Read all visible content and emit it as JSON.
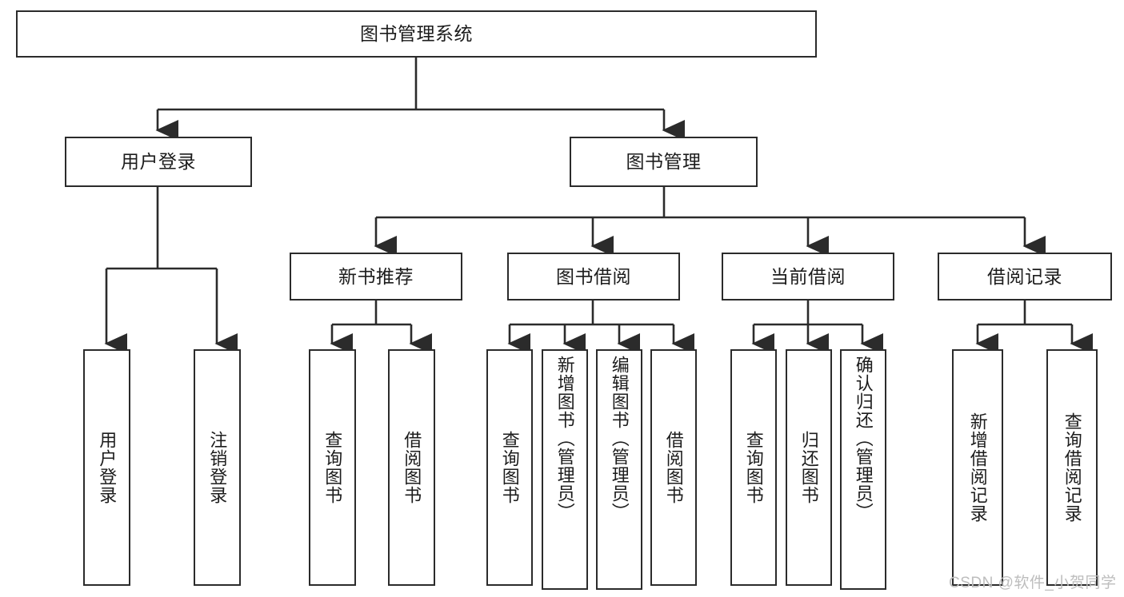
{
  "diagram": {
    "type": "tree-hierarchy",
    "orientation": "top-down",
    "root": {
      "id": "root",
      "label": "图书管理系统"
    },
    "level2": [
      {
        "id": "user-login",
        "label": "用户登录"
      },
      {
        "id": "book-management",
        "label": "图书管理"
      }
    ],
    "level3": [
      {
        "id": "new-book-recommend",
        "label": "新书推荐",
        "parent": "book-management"
      },
      {
        "id": "book-borrow",
        "label": "图书借阅",
        "parent": "book-management"
      },
      {
        "id": "current-borrow",
        "label": "当前借阅",
        "parent": "book-management"
      },
      {
        "id": "borrow-record",
        "label": "借阅记录",
        "parent": "book-management"
      }
    ],
    "leaves": {
      "user-login": [
        {
          "id": "leaf-user-login",
          "label": "用户登录"
        },
        {
          "id": "leaf-logout-login",
          "label": "注销登录"
        }
      ],
      "new-book-recommend": [
        {
          "id": "leaf-query-book-1",
          "label": "查询图书"
        },
        {
          "id": "leaf-borrow-book-1",
          "label": "借阅图书"
        }
      ],
      "book-borrow": [
        {
          "id": "leaf-query-book-2",
          "label": "查询图书"
        },
        {
          "id": "leaf-add-book",
          "label": "新增图书（管理员）"
        },
        {
          "id": "leaf-edit-book",
          "label": "编辑图书（管理员）"
        },
        {
          "id": "leaf-borrow-book-2",
          "label": "借阅图书"
        }
      ],
      "current-borrow": [
        {
          "id": "leaf-query-book-3",
          "label": "查询图书"
        },
        {
          "id": "leaf-return-book",
          "label": "归还图书"
        },
        {
          "id": "leaf-confirm-return",
          "label": "确认归还（管理员）"
        }
      ],
      "borrow-record": [
        {
          "id": "leaf-add-record",
          "label": "新增借阅记录"
        },
        {
          "id": "leaf-query-record",
          "label": "查询借阅记录"
        }
      ]
    }
  },
  "watermark": {
    "text": "CSDN @软件_小贺同学"
  },
  "colors": {
    "stroke": "#2b2b2b",
    "fill": "#ffffff",
    "text": "#1c1c1c",
    "watermark": "#bdbdbd"
  }
}
